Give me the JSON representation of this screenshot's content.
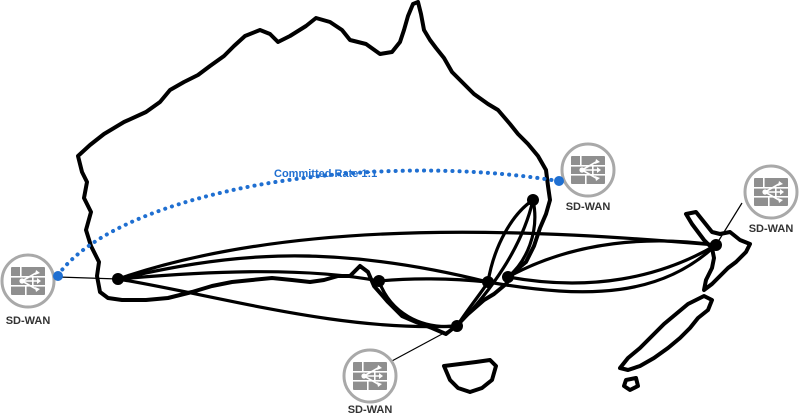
{
  "colors": {
    "committed_link": "#1f6fd1",
    "site_label": "#333333",
    "badge_ring": "#a9a9a9",
    "badge_icon": "#8f8f8f"
  },
  "committed_link": {
    "label": "Committed Rate 1:1"
  },
  "sites": [
    {
      "id": "perth",
      "label": "SD-WAN",
      "icon": "sd-wan-icon"
    },
    {
      "id": "brisbane",
      "label": "SD-WAN",
      "icon": "sd-wan-icon"
    },
    {
      "id": "auckland",
      "label": "SD-WAN",
      "icon": "sd-wan-icon"
    },
    {
      "id": "melbourne",
      "label": "SD-WAN",
      "icon": "sd-wan-icon"
    }
  ]
}
